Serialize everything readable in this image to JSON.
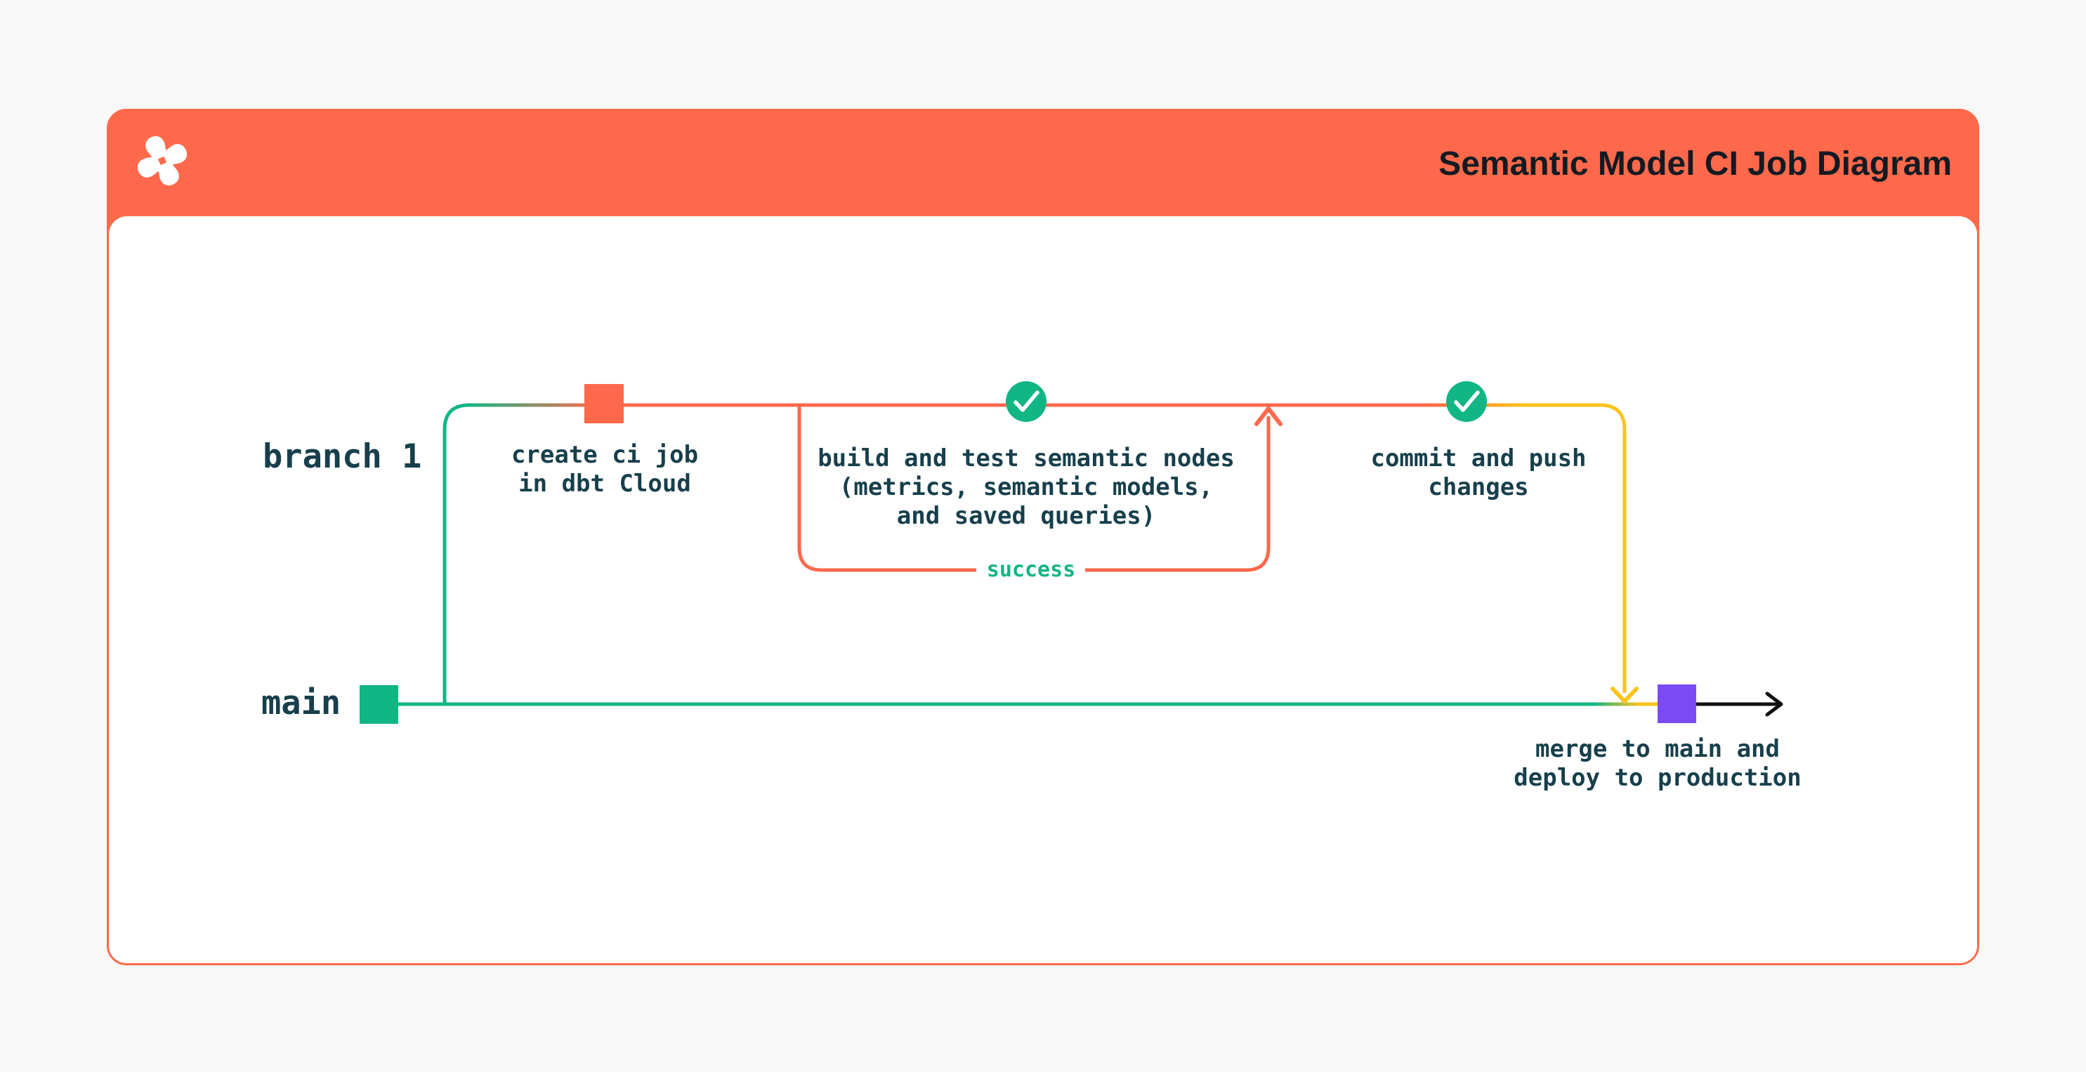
{
  "header": {
    "title": "Semantic Model CI Job Diagram",
    "logo": "dbt-logo",
    "background": "#FF694B"
  },
  "diagram": {
    "branch_label": "branch 1",
    "main_label": "main",
    "loop_label": "success",
    "nodes": [
      {
        "id": "create-ci-job",
        "marker": "orange-square",
        "label": "create ci job\nin dbt Cloud"
      },
      {
        "id": "build-test-semantic-nodes",
        "marker": "check-circle",
        "label": "build and test semantic nodes\n(metrics, semantic models,\nand saved queries)"
      },
      {
        "id": "commit-push-changes",
        "marker": "check-circle",
        "label": "commit and push\nchanges"
      },
      {
        "id": "merge-deploy",
        "marker": "purple-square",
        "label": "merge to main and\ndeploy to production"
      }
    ]
  },
  "colors": {
    "orange": "#FF694B",
    "green": "#12B584",
    "yellow": "#FBC31B",
    "purple": "#7C4AF5",
    "ink": "#173F4C",
    "title_ink": "#141A22",
    "arrow_black": "#111111",
    "page_background": "#F8F8F8",
    "card_background": "#FFFFFF"
  }
}
